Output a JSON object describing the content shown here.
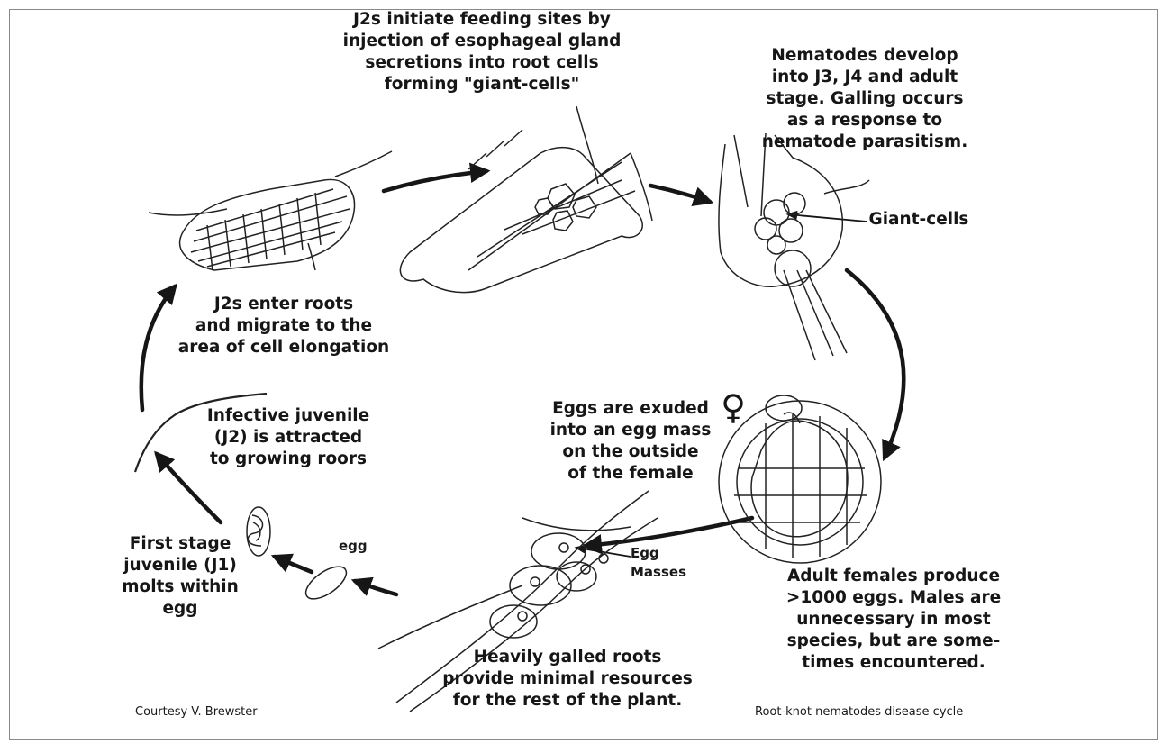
{
  "labels": {
    "feeding_sites": "J2s initiate feeding sites by\ninjection of esophageal gland\nsecretions into root cells\nforming \"giant-cells\"",
    "develop": "Nematodes develop\ninto J3, J4 and adult\nstage. Galling occurs\nas a response to\nnematode parasitism.",
    "giant_cells": "Giant-cells",
    "enter_roots": "J2s enter roots\nand migrate to the\narea of cell elongation",
    "infective": "Infective juvenile\n(J2) is attracted\nto growing roors",
    "eggs_exuded": "Eggs are exuded\ninto an egg mass\non the outside\nof the female",
    "first_stage": "First stage\njuvenile (J1)\nmolts within egg",
    "egg": "egg",
    "egg_masses": "Egg\nMasses",
    "adult_females": "Adult females produce\n>1000 eggs. Males are\nunnecessary in most\nspecies, but are some-\ntimes encountered.",
    "galled_roots": "Heavily galled roots\nprovide minimal resources\nfor the rest of the plant.",
    "female_symbol": "♀"
  },
  "credits": {
    "courtesy": "Courtesy V. Brewster",
    "caption": "Root-knot nematodes disease cycle"
  },
  "colors": {
    "ink": "#161616",
    "frame": "#8a8a8a",
    "paper": "#ffffff"
  }
}
